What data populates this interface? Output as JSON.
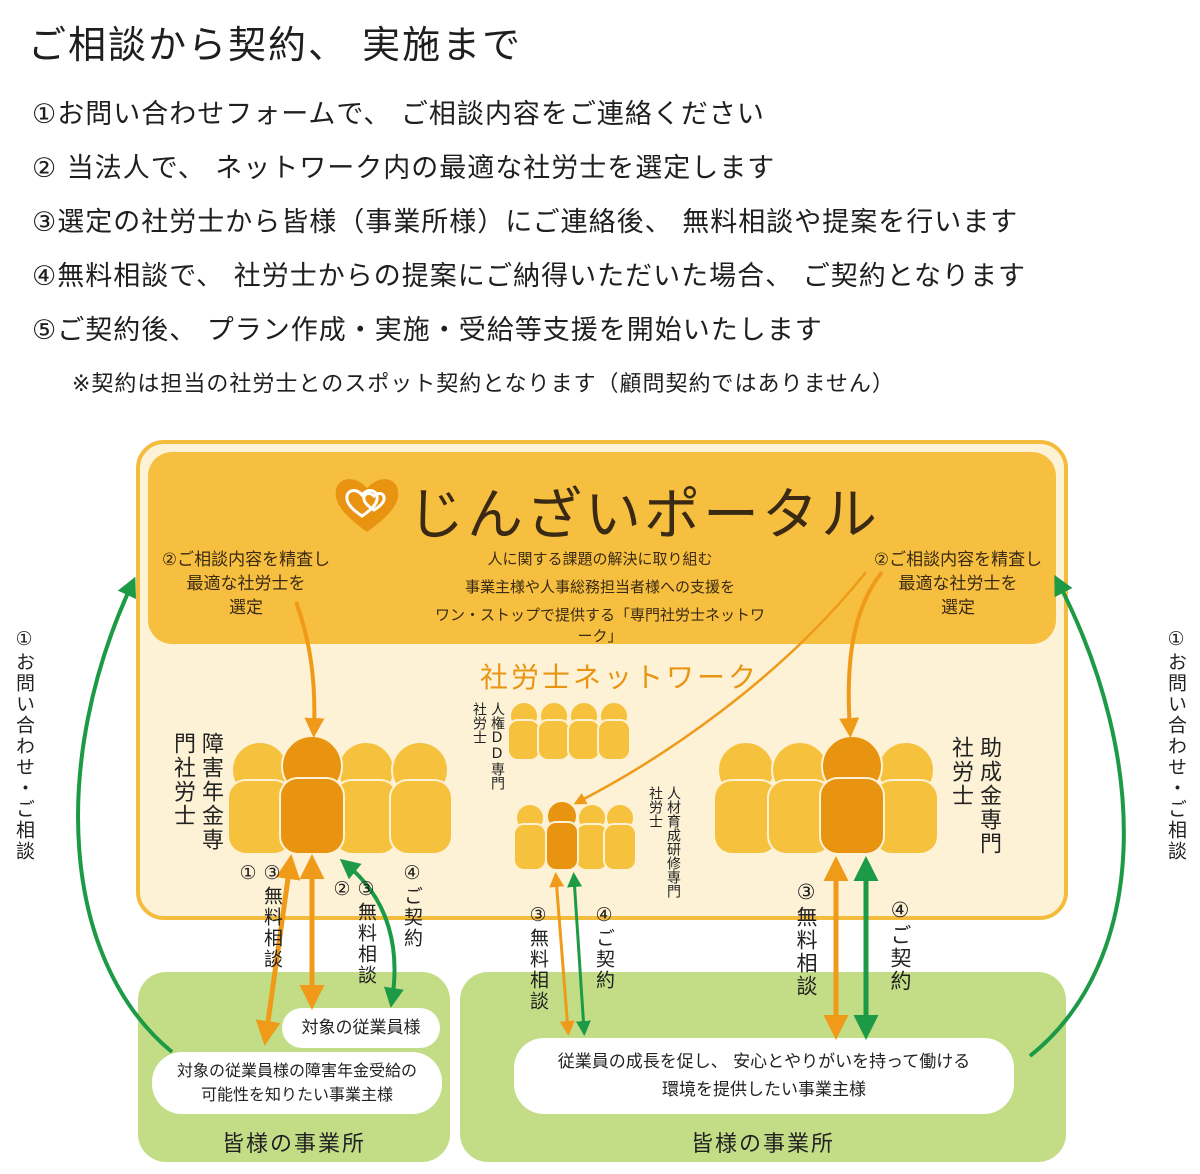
{
  "page_title": "ご相談から契約、 実施まで",
  "steps": [
    "①お問い合わせフォームで、 ご相談内容をご連絡ください",
    "② 当法人で、 ネットワーク内の最適な社労士を選定します",
    "③選定の社労士から皆様（事業所様）にご連絡後、 無料相談や提案を行います",
    "④無料相談で、 社労士からの提案にご納得いただいた場合、 ご契約となります",
    "⑤ご契約後、 プラン作成・実施・受給等支援を開始いたします"
  ],
  "note": "※契約は担当の社労士とのスポット契約となります（顧問契約ではありません）",
  "portal": {
    "name": "じんざいポータル",
    "description": [
      "人に関する課題の解決に取り組む",
      "事業主様や人事総務担当者様への支援を",
      "ワン・ストップで提供する「専門社労士ネットワーク」"
    ],
    "screening_note_lines": [
      "②ご相談内容を精査し",
      "最適な社労士を",
      "選定"
    ],
    "network_label": "社労士ネットワーク"
  },
  "specialists": {
    "pension": "障害年金専門社労士",
    "hr_dd": "人権DD専門社労士",
    "training": "人材育成研修専門社労士",
    "subsidy": "助成金専門社労士"
  },
  "flow_labels": {
    "inquiry": "①お問い合わせ・ご相談",
    "free_consult_1": "③無料相談①",
    "free_consult_2": "③無料相談②",
    "free_consult": "③無料相談",
    "contract": "④ご契約"
  },
  "clients": {
    "office_label": "皆様の事業所",
    "target_employee": "対象の従業員様",
    "pension_client_lines": [
      "対象の従業員様の障害年金受給の",
      "可能性を知りたい事業主様"
    ],
    "growth_client_lines": [
      "従業員の成長を促し、 安心とやりがいを持って働ける",
      "環境を提供したい事業主様"
    ]
  },
  "colors": {
    "orange_arrow": "#f09a1a",
    "green_arrow": "#1c9a45",
    "portal_header": "#f7bf3f",
    "portal_bg": "#fdf2d6",
    "office_bg": "#c3dd86",
    "person_light": "#f6c23e",
    "person_dark": "#e89411"
  },
  "icons": [
    "heart-logo-icon"
  ]
}
